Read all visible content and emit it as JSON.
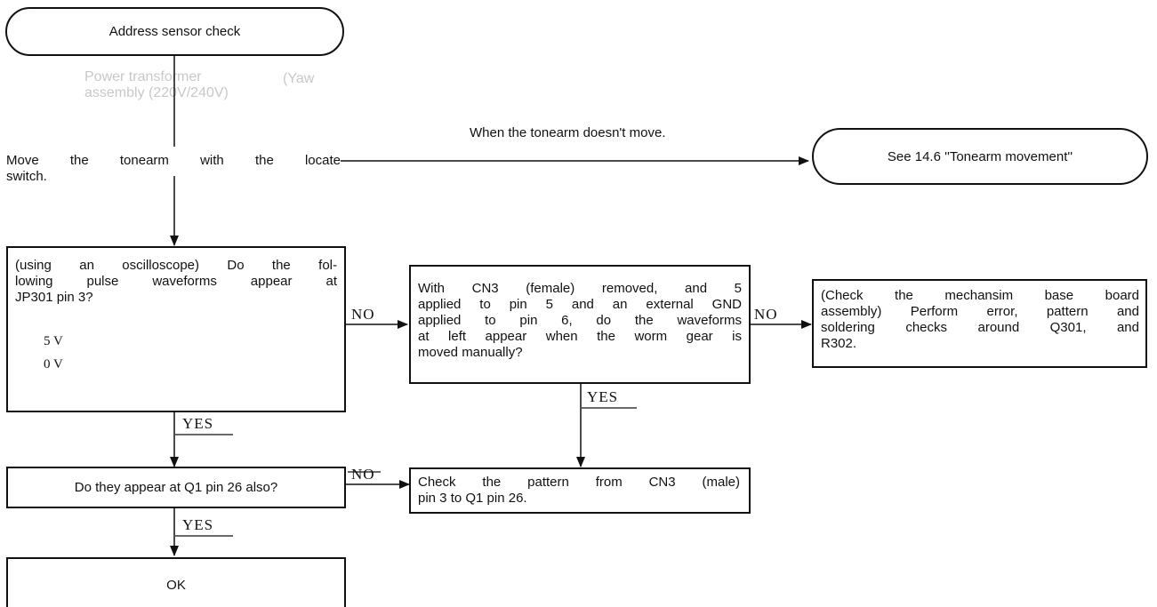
{
  "start": "Address sensor check",
  "move_step": {
    "line1": "Move the tonearm with the locate",
    "line2": "switch."
  },
  "branch_no_move": {
    "condition": "When the tonearm doesn't move.",
    "target": "See 14.6 ''Tonearm movement''"
  },
  "pulse_check": {
    "line1": "(using an oscilloscope) Do the fol-",
    "line2": "lowing pulse waveforms appear at",
    "line3": "JP301 pin 3?",
    "level_high": "5 V",
    "level_low": "0 V"
  },
  "cn3_check": {
    "line1": "With CN3 (female) removed, and 5",
    "line2": "applied to pin 5 and an external GND",
    "line3": "applied to pin 6, do the waveforms",
    "line4": "at left appear when the worm gear is",
    "line5": "moved manually?"
  },
  "mech_check": {
    "line1": "(Check the mechansim base board",
    "line2": "assembly) Perform error, pattern and",
    "line3": "soldering checks around Q301, and",
    "line4": "R302."
  },
  "q1_check": "Do they appear at Q1 pin 26 also?",
  "pattern_check": {
    "line1": "Check the pattern from CN3 (male)",
    "line2": "pin 3 to Q1 pin 26."
  },
  "end": "OK",
  "labels": {
    "no": "NO",
    "yes": "YES"
  },
  "bleed": {
    "line1": "Power transformer",
    "line2": "assembly (220V/240V)",
    "line3": "(Yaw"
  }
}
